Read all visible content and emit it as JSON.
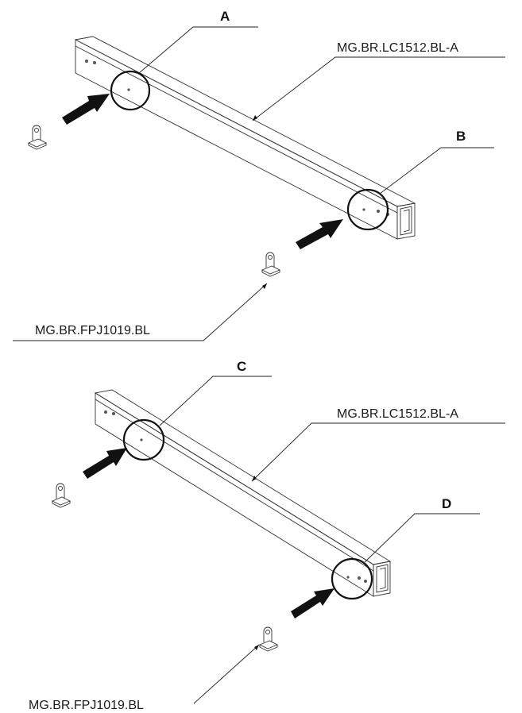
{
  "assembly_top": {
    "beam_label": "MG.BR.LC1512.BL-A",
    "bracket_label": "MG.BR.FPJ1019.BL",
    "detail_a": "A",
    "detail_b": "B"
  },
  "assembly_bottom": {
    "beam_label": "MG.BR.LC1512.BL-A",
    "bracket_label": "MG.BR.FPJ1019.BL",
    "detail_c": "C",
    "detail_d": "D"
  },
  "colors": {
    "line": "#222222",
    "arrow": "#111111",
    "background": "#ffffff"
  }
}
